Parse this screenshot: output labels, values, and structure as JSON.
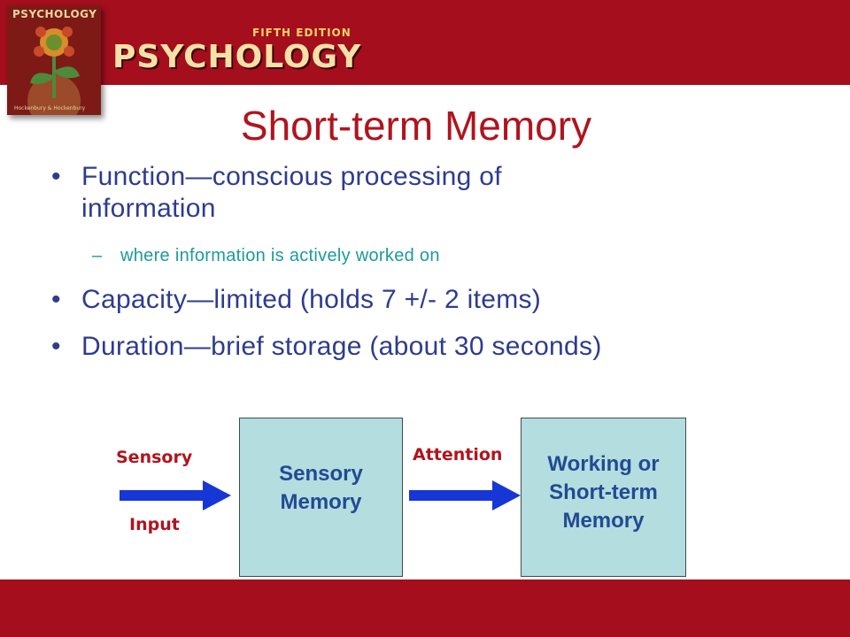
{
  "header": {
    "book_cover_title": "PSYCHOLOGY",
    "book_cover_authors": "Hockenbury & Hockenbury",
    "edition": "FIFTH EDITION",
    "book_title": "PSYCHOLOGY"
  },
  "slide": {
    "title": "Short-term Memory",
    "bullets": [
      {
        "dot": "•",
        "line1": "Function—conscious processing of",
        "line2": "information"
      },
      {
        "dot": "•",
        "text": "Capacity—limited (holds 7 +/- 2 items)"
      },
      {
        "dot": "•",
        "text": "Duration—brief storage (about 30 seconds)"
      }
    ],
    "sub_bullet": {
      "dash": "–",
      "text": "where information is actively worked on"
    }
  },
  "diagram": {
    "input_label_top": "Sensory",
    "input_label_bottom": "Input",
    "box1": {
      "line1": "Sensory",
      "line2": "Memory"
    },
    "attention_label": "Attention",
    "box2": {
      "line1": "Working or",
      "line2": "Short-term",
      "line3": "Memory"
    }
  },
  "colors": {
    "band": "#a50e1c",
    "title": "#b0141e",
    "bullet_text": "#2e3c8e",
    "sub_bullet_text": "#1c9a9a",
    "box_fill": "#b4dddf",
    "arrow": "#1736d6"
  }
}
